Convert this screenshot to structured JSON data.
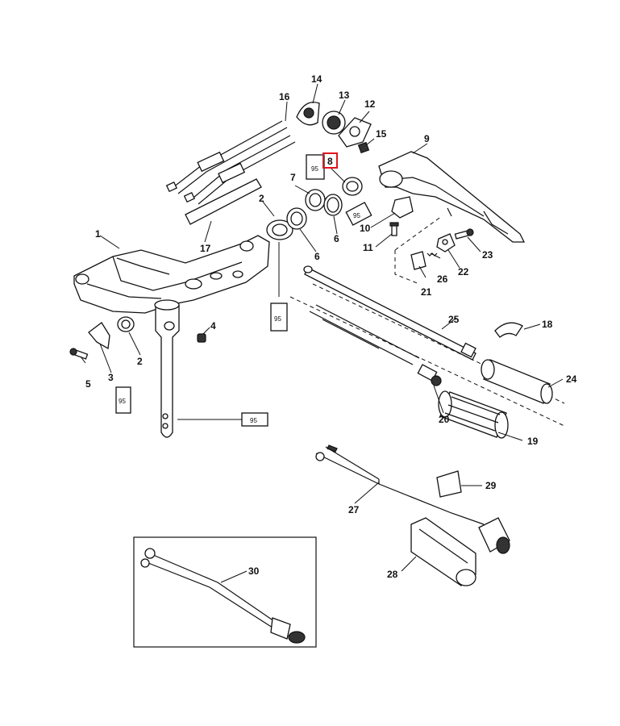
{
  "diagram": {
    "callouts": {
      "p1": "1",
      "p2a": "2",
      "p2b": "2",
      "p3": "3",
      "p4": "4",
      "p5": "5",
      "p6a": "6",
      "p6b": "6",
      "p7": "7",
      "p8": "8",
      "p9": "9",
      "p10": "10",
      "p11": "11",
      "p12": "12",
      "p13": "13",
      "p14": "14",
      "p15": "15",
      "p16": "16",
      "p17": "17",
      "p18": "18",
      "p19": "19",
      "p20": "20",
      "p21": "21",
      "p22": "22",
      "p23": "23",
      "p24": "24",
      "p25": "25",
      "p26": "26",
      "p27": "27",
      "p28": "28",
      "p29": "29",
      "p30": "30"
    },
    "lubricant_label": "95",
    "highlighted_callout": "8",
    "highlight_color": "#e0141e"
  }
}
